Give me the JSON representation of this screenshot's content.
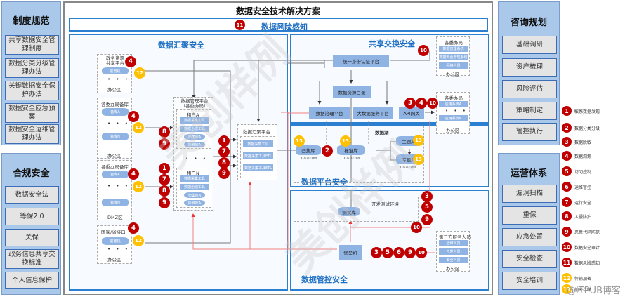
{
  "title": "数据安全技术解决方案",
  "risk_bar": {
    "badge": "11",
    "label": "数据风险感知"
  },
  "left_panels": [
    {
      "title": "制度规范",
      "items": [
        "共享数据安全管理制度",
        "数据分类分级管理办法",
        "关键数据安全保护办法",
        "数据安全应急预案",
        "数据安全运维管理办法"
      ]
    },
    {
      "title": "合规安全",
      "items": [
        "数据安全法",
        "等保2.0",
        "关保",
        "政务信息共享交换标准",
        "个人信息保护"
      ]
    }
  ],
  "right_panels": [
    {
      "title": "咨询规划",
      "items": [
        "基础调研",
        "资产梳理",
        "风险评估",
        "策略制定",
        "管控执行"
      ]
    },
    {
      "title": "运营体系",
      "items": [
        "漏洞扫描",
        "重保",
        "应急处置",
        "安全检查",
        "安全培训"
      ]
    }
  ],
  "legend": [
    {
      "num": "1",
      "label": "敏感数据发现",
      "color": "#c00000"
    },
    {
      "num": "2",
      "label": "数据分类分级",
      "color": "#c00000"
    },
    {
      "num": "3",
      "label": "数据脱敏",
      "color": "#c00000"
    },
    {
      "num": "4",
      "label": "数据溯源",
      "color": "#c00000"
    },
    {
      "num": "5",
      "label": "访问控制",
      "color": "#c00000"
    },
    {
      "num": "6",
      "label": "运维管控",
      "color": "#c00000"
    },
    {
      "num": "7",
      "label": "运行安全",
      "color": "#c00000"
    },
    {
      "num": "8",
      "label": "入侵防护",
      "color": "#c00000"
    },
    {
      "num": "9",
      "label": "恶意代码防范",
      "color": "#c00000"
    },
    {
      "num": "10",
      "label": "数据安全审计",
      "color": "#c00000"
    },
    {
      "num": "11",
      "label": "数据风险感知",
      "color": "#c00000"
    },
    {
      "num": "12",
      "label": "传输加密",
      "color": "#ffc000"
    },
    {
      "num": "13",
      "label": "加密存储",
      "color": "#ffc000"
    }
  ],
  "sections": {
    "aggregation": {
      "title": "数据汇聚安全",
      "sources": [
        {
          "title": "政务资源共享平台",
          "items": [
            "前置机"
          ],
          "footer": "办公区"
        },
        {
          "title": "各委办局备库",
          "items": [
            "备库A",
            "备库N"
          ],
          "footer": "办公区"
        },
        {
          "title": "各委办局备库",
          "items": [
            "备库A",
            "备库N"
          ],
          "footer": "DMZ区"
        },
        {
          "title": "国家/省接口",
          "items": [
            "前置机"
          ],
          "footer": "办公区"
        }
      ],
      "tenant_box": {
        "title": "数据管理平台（各委办局）",
        "tenants": [
          {
            "name": "租户A",
            "tools": [
              "数据采集工具",
              "数据治理工具"
            ],
            "dbs": [
              "归集库A",
              "标准库A"
            ]
          },
          {
            "name": "租户N",
            "tools": [
              "数据采集工具",
              "数据治理工具"
            ],
            "dbs": [
              "归集库A",
              "标准库A"
            ]
          }
        ]
      },
      "agg_platform": {
        "title": "数据汇聚平台",
        "items": [
          "数据采集工具",
          "数据采集工具ETL",
          "数据采集工具ETL"
        ]
      }
    },
    "exchange": {
      "title": "共享交换安全",
      "nodes": [
        "统一身份认证平台",
        "数据资源目录",
        "数据治理平台",
        "大数据服务平台",
        "API网关"
      ],
      "office_top": {
        "title": "各委办局",
        "items": [
          "数据管理系统",
          "数据安全管理系统",
          "网络人员"
        ],
        "footer": "办公区"
      },
      "office_bottom": {
        "title": "各委办局",
        "items": [
          "应用系统A",
          "应用系统N"
        ],
        "footer": "办公区"
      }
    },
    "platform": {
      "title": "数据平台安全",
      "lake_label": "数据湖",
      "dbs": [
        {
          "name": "归集库",
          "sub": "Gauss200"
        },
        {
          "name": "标准库",
          "sub": "Gauss200"
        },
        {
          "name": "主题库",
          "sub": ""
        },
        {
          "name": "专题库",
          "sub": "Gauss200"
        }
      ]
    },
    "control": {
      "title": "数据管控安全",
      "devtest_label": "开发测试环境",
      "devtest_db": "测试库",
      "bastion": "堡垒机",
      "third_party": {
        "title": "第三方服务人员",
        "items": [
          "运维人员",
          "开发人员",
          "安全人员"
        ],
        "footer": "办公区"
      }
    }
  },
  "watermark": "美创样例",
  "footer_watermark": "@ITPUB博客"
}
